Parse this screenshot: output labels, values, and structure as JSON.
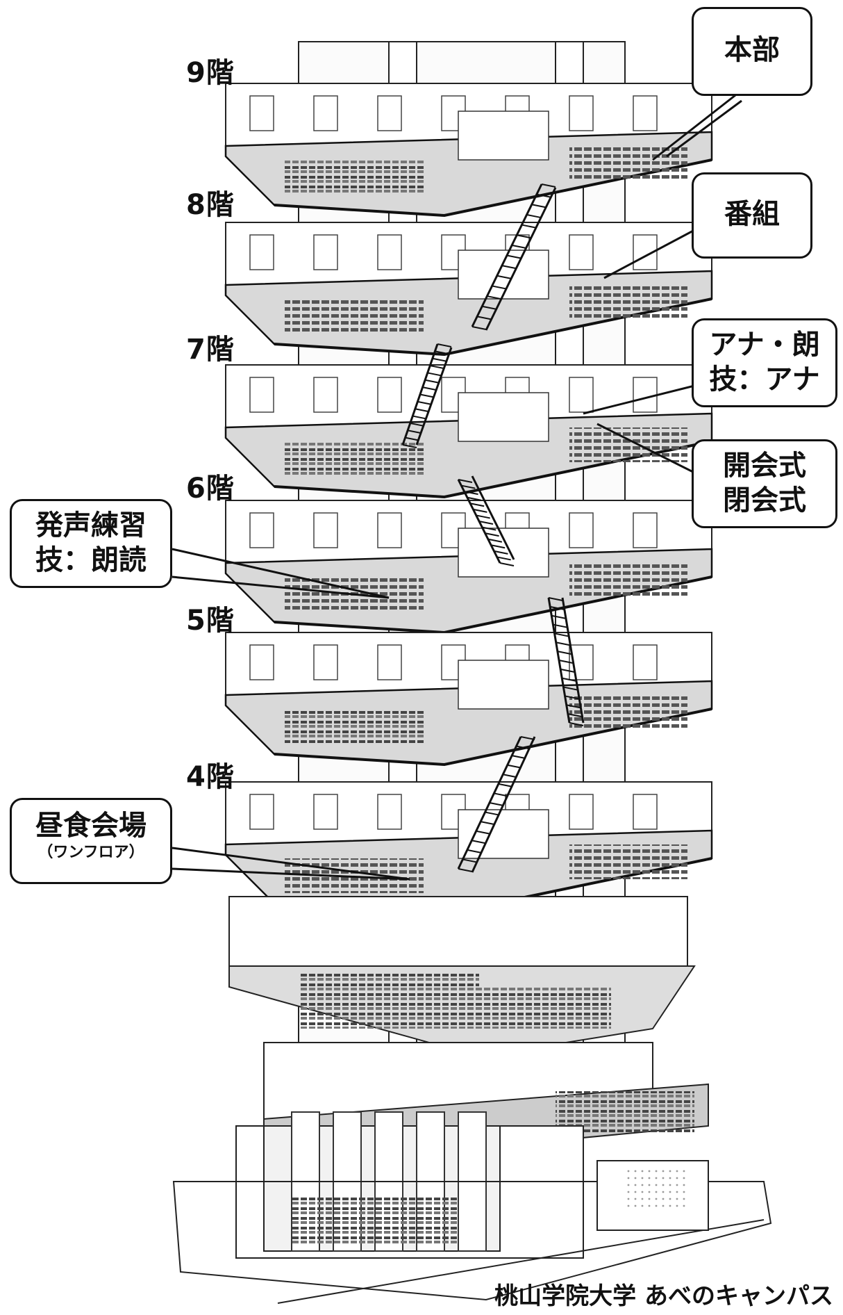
{
  "floors": [
    {
      "label": "9階",
      "id": "9"
    },
    {
      "label": "8階",
      "id": "8"
    },
    {
      "label": "7階",
      "id": "7"
    },
    {
      "label": "6階",
      "id": "6"
    },
    {
      "label": "5階",
      "id": "5"
    },
    {
      "label": "4階",
      "id": "4"
    }
  ],
  "callouts": {
    "honbu": {
      "lines": [
        "本部"
      ]
    },
    "bangumi": {
      "lines": [
        "番組"
      ]
    },
    "ana_rou": {
      "lines": [
        "アナ・朗",
        "技：アナ"
      ]
    },
    "kaikai": {
      "lines": [
        "開会式",
        "閉会式"
      ]
    },
    "hassei": {
      "lines": [
        "発声練習",
        "技：朗読"
      ]
    },
    "chushoku": {
      "lines": [
        "昼食会場"
      ],
      "sub": "（ワンフロア）"
    }
  },
  "caption": "桃山学院大学 あべのキャンパス"
}
